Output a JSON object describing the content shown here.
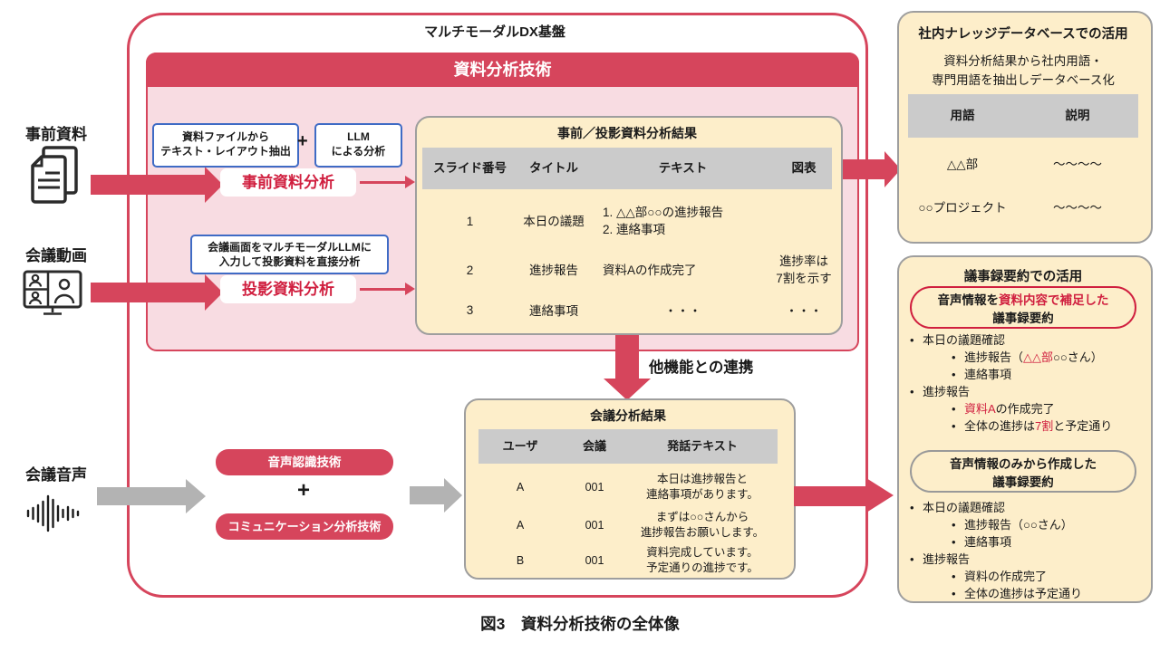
{
  "colors": {
    "accent-red": "#d6455c",
    "deep-red": "#d01f3f",
    "pink-bg": "#f8dce2",
    "cream-bg": "#fdeeca",
    "band-gray": "#cbcbcb",
    "blue-border": "#3f6bc5",
    "gray-arrow": "#b3b3b3",
    "border-gray": "#9e9e9e"
  },
  "platform": {
    "title": "マルチモーダルDX基盤",
    "section_title": "資料分析技術"
  },
  "inputs": {
    "documents": {
      "label": "事前資料"
    },
    "video": {
      "label": "会議動画"
    },
    "audio": {
      "label": "会議音声"
    }
  },
  "prior_analysis": {
    "extract_box": {
      "line1": "資料ファイルから",
      "line2": "テキスト・レイアウト抽出"
    },
    "plus": "+",
    "llm_box": {
      "line1": "LLM",
      "line2": "による分析"
    },
    "label": "事前資料分析"
  },
  "projection_analysis": {
    "method_box": {
      "line1": "会議画面をマルチモーダルLLMに",
      "line2": "入力して投影資料を直接分析"
    },
    "label": "投影資料分析"
  },
  "slide_table": {
    "title": "事前／投影資料分析結果",
    "headers": [
      "スライド番号",
      "タイトル",
      "テキスト",
      "図表"
    ],
    "rows": [
      {
        "no": "1",
        "title": "本日の議題",
        "text1": "1. △△部○○の進捗報告",
        "text2": "2. 連絡事項",
        "chart1": "",
        "chart2": ""
      },
      {
        "no": "2",
        "title": "進捗報告",
        "text1": "資料Aの作成完了",
        "text2": "",
        "chart1": "進捗率は",
        "chart2": "7割を示す"
      },
      {
        "no": "3",
        "title": "連絡事項",
        "text1": "・・・",
        "text2": "",
        "chart1": "・・・",
        "chart2": ""
      }
    ]
  },
  "link_label": "他機能との連携",
  "speech_stack": {
    "tech1": "音声認識技術",
    "plus": "+",
    "tech2": "コミュニケーション分析技術"
  },
  "meeting_table": {
    "title": "会議分析結果",
    "headers": [
      "ユーザ",
      "会議",
      "発話テキスト"
    ],
    "rows": [
      {
        "user": "A",
        "meeting": "001",
        "text1": "本日は進捗報告と",
        "text2": "連絡事項があります。"
      },
      {
        "user": "A",
        "meeting": "001",
        "text1": "まずは○○さんから",
        "text2": "進捗報告お願いします。"
      },
      {
        "user": "B",
        "meeting": "001",
        "text1": "資料完成しています。",
        "text2": "予定通りの進捗です。"
      }
    ]
  },
  "knowledge_panel": {
    "title": "社内ナレッジデータベースでの活用",
    "desc1": "資料分析結果から社内用語・",
    "desc2": "専門用語を抽出しデータベース化",
    "headers": [
      "用語",
      "説明"
    ],
    "rows": [
      {
        "term": "△△部",
        "desc": "～～～～"
      },
      {
        "term": "○○プロジェクト",
        "desc": "～～～～"
      }
    ]
  },
  "minutes_panel": {
    "title": "議事録要約での活用",
    "capsule1": {
      "seg1": "音声情報を",
      "seg2": "資料内容で補足した",
      "line2": "議事録要約"
    },
    "bullets1": [
      {
        "segments": [
          {
            "t": "本日の議題確認"
          }
        ]
      },
      {
        "segments": [
          {
            "t": "進捗報告（"
          },
          {
            "t": "△△部",
            "red": true
          },
          {
            "t": "○○さん）"
          }
        ]
      },
      {
        "segments": [
          {
            "t": "連絡事項"
          }
        ]
      },
      {
        "segments": [
          {
            "t": "進捗報告"
          }
        ]
      },
      {
        "segments": [
          {
            "t": "資料A",
            "red": true
          },
          {
            "t": "の作成完了"
          }
        ]
      },
      {
        "segments": [
          {
            "t": "全体の進捗は"
          },
          {
            "t": "7割",
            "red": true
          },
          {
            "t": "と予定通り"
          }
        ]
      }
    ],
    "capsule2": {
      "line1": "音声情報のみから作成した",
      "line2": "議事録要約"
    },
    "bullets2": [
      {
        "t": "本日の議題確認"
      },
      {
        "t": "進捗報告（○○さん）"
      },
      {
        "t": "連絡事項"
      },
      {
        "t": "進捗報告"
      },
      {
        "t": "資料の作成完了"
      },
      {
        "t": "全体の進捗は予定通り"
      }
    ]
  },
  "caption": "図3　資料分析技術の全体像"
}
